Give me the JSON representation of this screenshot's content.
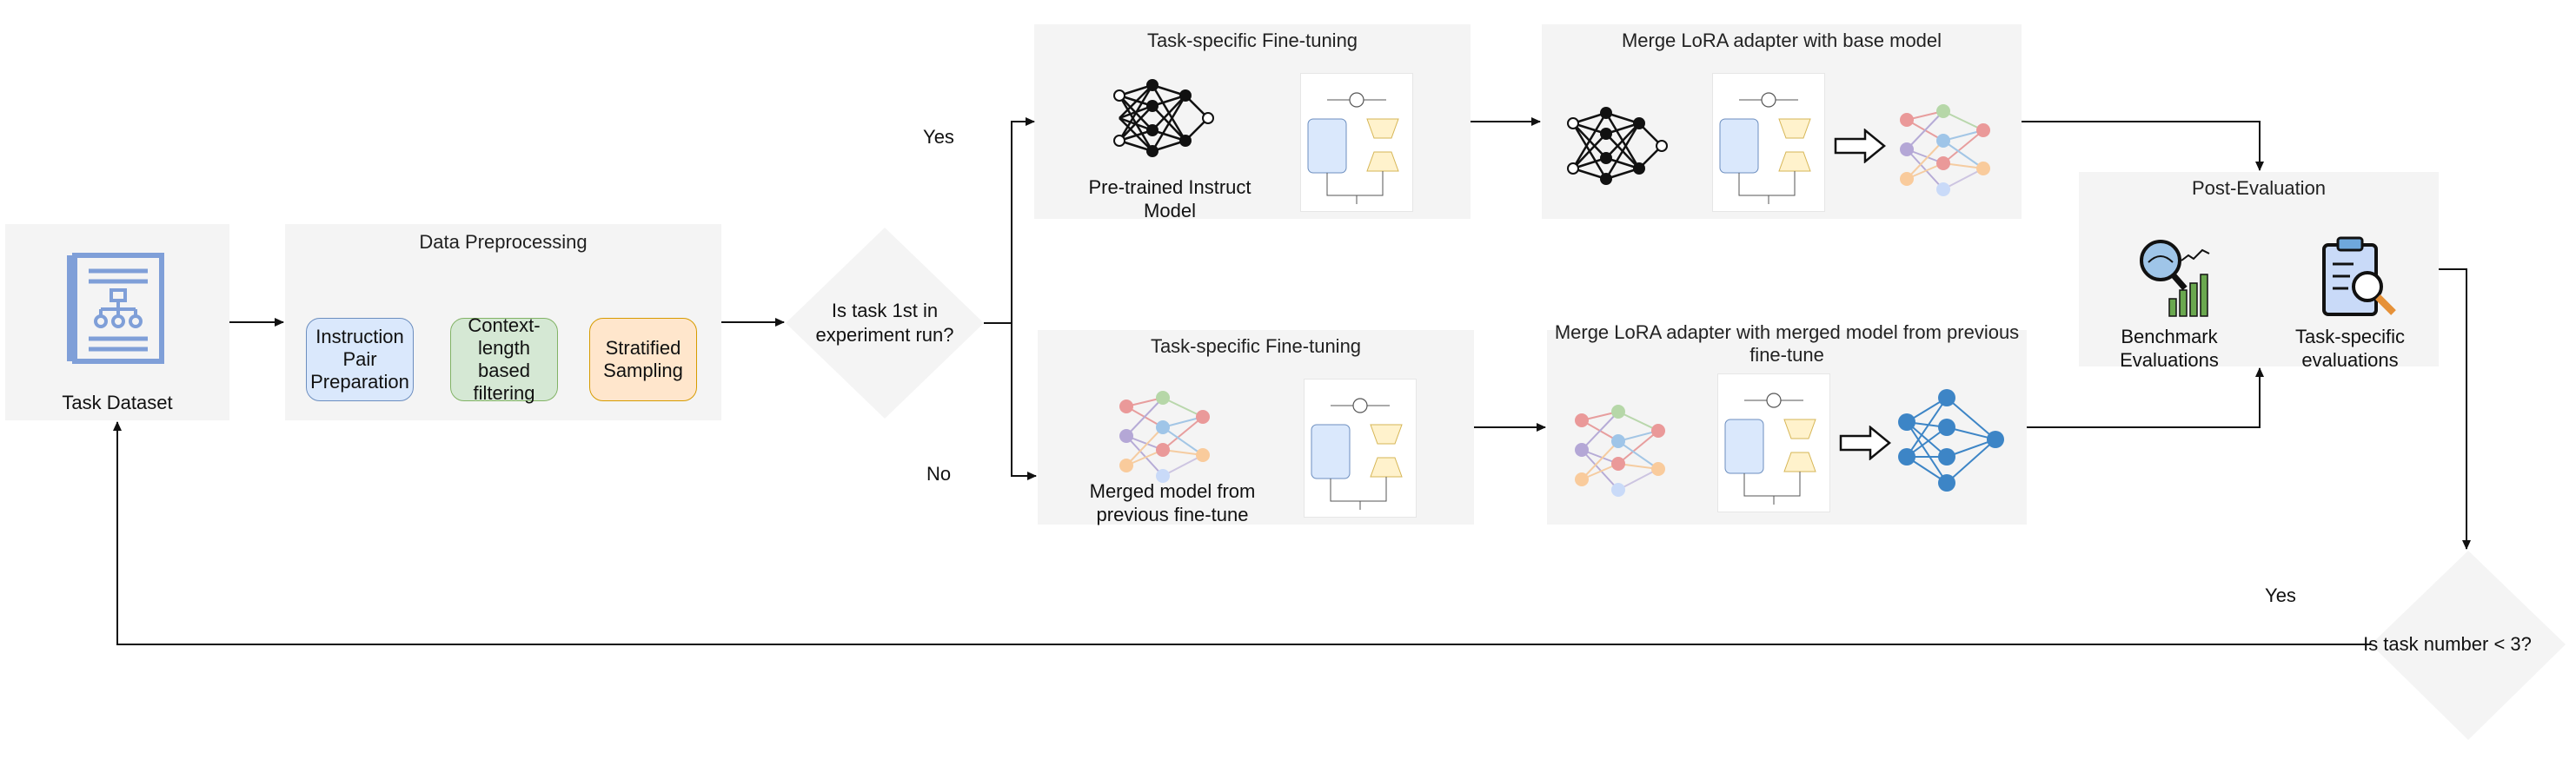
{
  "task_dataset": {
    "label": "Task Dataset"
  },
  "preprocessing": {
    "title": "Data Preprocessing",
    "steps": [
      "Instruction Pair Preparation",
      "Context-length based filtering",
      "Stratified Sampling"
    ]
  },
  "decision1": {
    "label": "Is task 1st in experiment run?",
    "yes": "Yes",
    "no": "No"
  },
  "top_branch": {
    "finetune_title": "Task-specific Fine-tuning",
    "model_label": "Pre-trained Instruct Model",
    "merge_title": "Merge LoRA adapter with base model"
  },
  "bottom_branch": {
    "finetune_title": "Task-specific Fine-tuning",
    "model_label": "Merged model from previous fine-tune",
    "merge_title": "Merge LoRA adapter with merged model from previous fine-tune"
  },
  "post_eval": {
    "title": "Post-Evaluation",
    "benchmark": "Benchmark Evaluations",
    "task_specific": "Task-specific evaluations"
  },
  "decision2": {
    "label": "Is task number < 3?",
    "yes": "Yes"
  },
  "colors": {
    "chip_blue": "#dae8fc",
    "chip_green": "#d5e8d4",
    "chip_orange": "#ffe6cc",
    "icon_blue": "#7f9fd8",
    "panel": "#f4f4f4"
  }
}
